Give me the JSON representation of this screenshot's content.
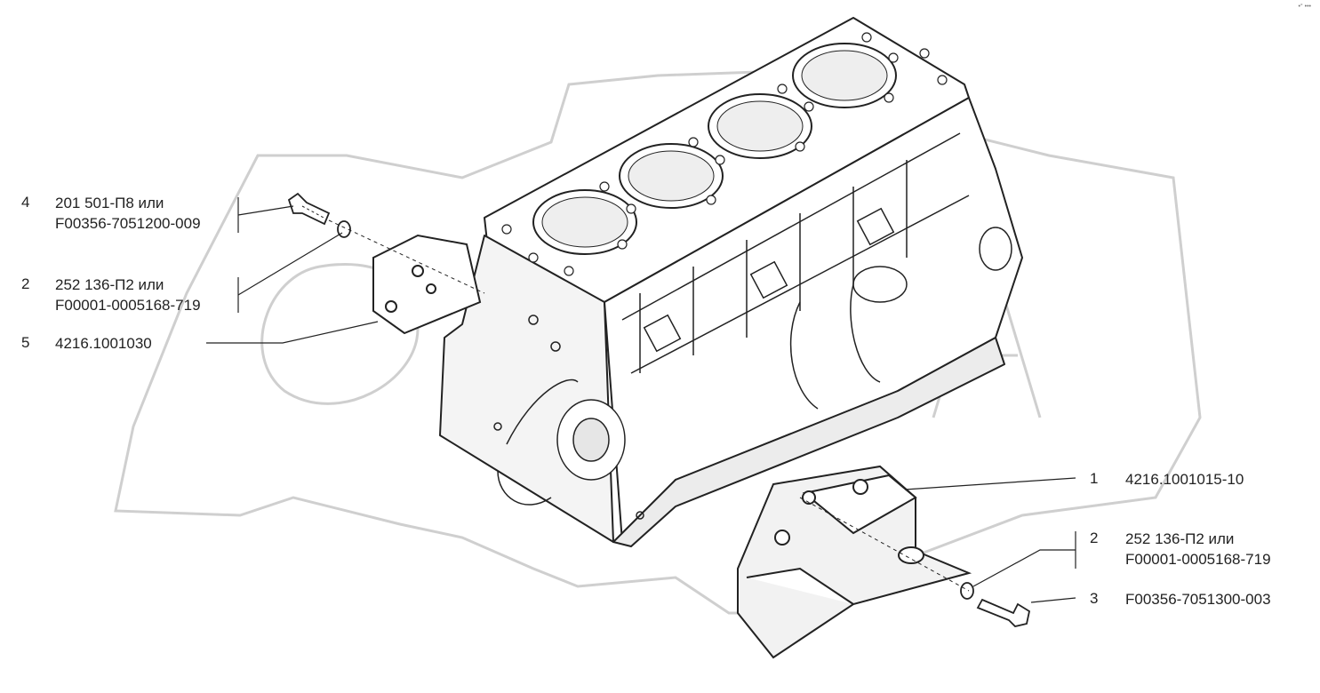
{
  "colors": {
    "line": "#222222",
    "watermark": "#cfcfcf",
    "shade": "#d8d8d8"
  },
  "callouts": [
    {
      "num": "4",
      "lines": [
        "201 501-П8 или",
        "F00356-7051200-009"
      ]
    },
    {
      "num": "2",
      "lines": [
        "252 136-П2 или",
        "F00001-0005168-719"
      ]
    },
    {
      "num": "5",
      "lines": [
        "4216.1001030"
      ]
    },
    {
      "num": "1",
      "lines": [
        "4216.1001015-10"
      ]
    },
    {
      "num": "2",
      "lines": [
        "252 136-П2 или",
        "F00001-0005168-719"
      ]
    },
    {
      "num": "3",
      "lines": [
        "F00356-7051300-003"
      ]
    }
  ],
  "corner_mark": "•° ••• "
}
